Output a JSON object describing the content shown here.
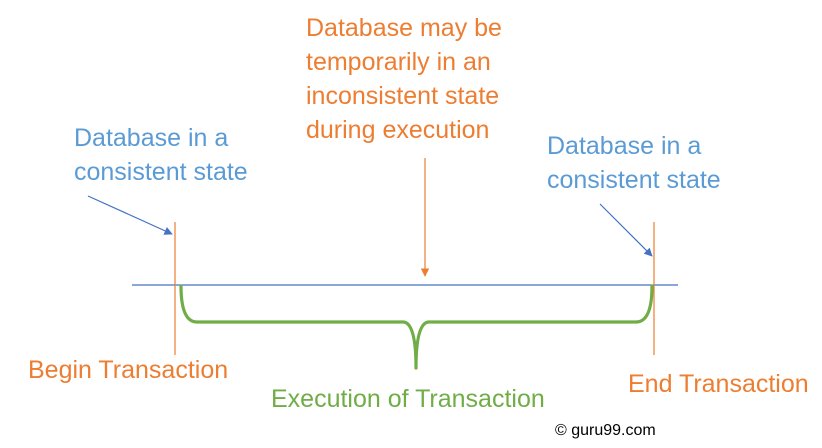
{
  "labels": {
    "top_note": [
      "Database may be",
      "temporarily in an",
      "inconsistent state",
      "during execution"
    ],
    "left_state": [
      "Database in a",
      "consistent state"
    ],
    "right_state": [
      "Database in a",
      "consistent state"
    ],
    "begin": "Begin Transaction",
    "execution": "Execution of Transaction",
    "end": "End Transaction",
    "copyright": "© guru99.com"
  },
  "colors": {
    "blue": "#5b9bd5",
    "dark_blue": "#4472c4",
    "orange": "#ed7d31",
    "green": "#70ad47"
  }
}
